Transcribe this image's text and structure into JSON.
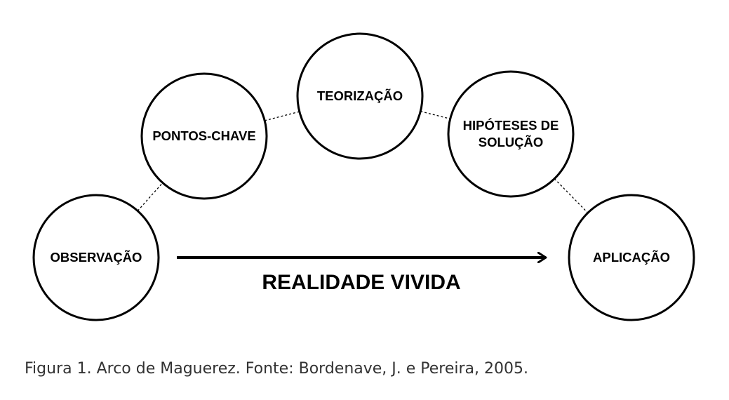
{
  "diagram": {
    "nodes": [
      {
        "id": "observacao",
        "lines": [
          "OBSERVAÇÃO"
        ]
      },
      {
        "id": "pontos-chave",
        "lines": [
          "PONTOS-CHAVE"
        ]
      },
      {
        "id": "teorizacao",
        "lines": [
          "TEORIZAÇÃO"
        ]
      },
      {
        "id": "hipoteses",
        "lines": [
          "HIPÓTESES DE",
          "SOLUÇÃO"
        ]
      },
      {
        "id": "aplicacao",
        "lines": [
          "APLICAÇÃO"
        ]
      }
    ],
    "connectors": [
      [
        "observacao",
        "pontos-chave"
      ],
      [
        "pontos-chave",
        "teorizacao"
      ],
      [
        "teorizacao",
        "hipoteses"
      ],
      [
        "hipoteses",
        "aplicacao"
      ]
    ],
    "arrow_from": "observacao",
    "arrow_to": "aplicacao",
    "arrow_label": "REALIDADE VIVIDA"
  },
  "caption": "Figura 1. Arco de Maguerez. Fonte: Bordenave, J. e Pereira, 2005."
}
